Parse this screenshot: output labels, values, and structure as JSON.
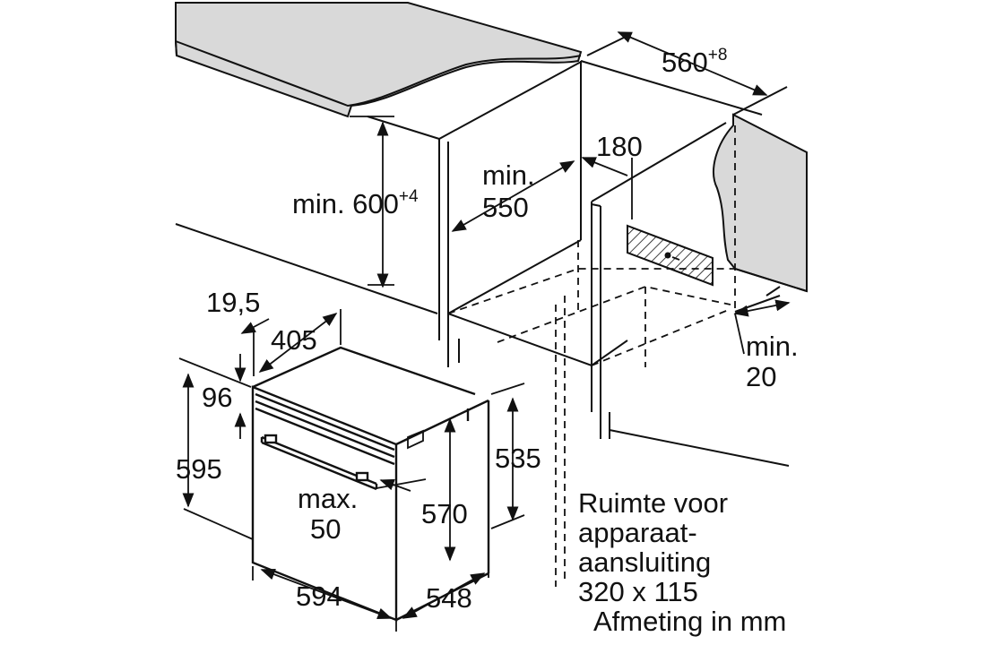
{
  "dimensions": {
    "cabinet_width": {
      "value": "560",
      "sup": "+8"
    },
    "niche_height": {
      "value": "min. 600",
      "sup": "+4"
    },
    "niche_depth": {
      "line1": "min.",
      "line2": "550"
    },
    "rear_gap": "180",
    "side_gap": {
      "line1": "min.",
      "line2": "20"
    },
    "front_recess": "19,5",
    "panel_depth": "405",
    "top_offset": "96",
    "oven_height": "595",
    "body_height": "535",
    "inner_height": "570",
    "handle_clearance": {
      "line1": "max.",
      "line2": "50"
    },
    "oven_width": "594",
    "oven_depth": "548"
  },
  "note": {
    "lines": [
      "Ruimte voor",
      "apparaat-",
      "aansluiting",
      "320 x 115"
    ],
    "unit_line": "Afmeting in mm"
  },
  "colors": {
    "line": "#111111",
    "countertop_fill": "#d9d9d9",
    "hatch": "#111111"
  }
}
